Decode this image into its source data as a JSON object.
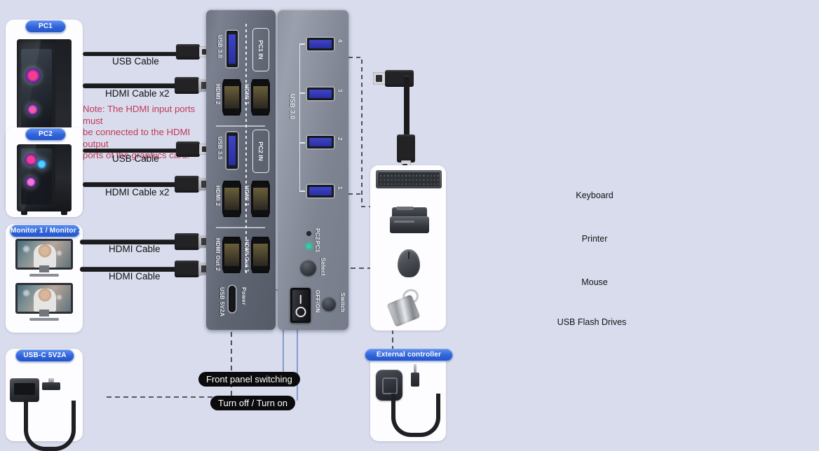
{
  "background_color": "#d9dcec",
  "accent_color": "#2f63d8",
  "note_color": "#c0395a",
  "sources": {
    "pc1": {
      "badge": "PC1",
      "cables": [
        {
          "label": "USB Cable",
          "type": "usb"
        },
        {
          "label": "HDMI Cable x2",
          "type": "hdmi"
        }
      ]
    },
    "pc2": {
      "badge": "PC2",
      "cables": [
        {
          "label": "USB Cable",
          "type": "usb"
        },
        {
          "label": "HDMI Cable x2",
          "type": "hdmi"
        }
      ]
    },
    "monitors": {
      "badge": "Monitor 1 / Monitor 2",
      "cables": [
        {
          "label": "HDMI Cable",
          "type": "hdmi"
        },
        {
          "label": "HDMI Cable",
          "type": "hdmi"
        }
      ]
    },
    "power": {
      "badge": "USB-C 5V2A"
    },
    "external_controller": {
      "badge": "External controller"
    }
  },
  "note": {
    "line1": "Note: The HDMI input ports must",
    "line2": "be connected to the HDMI output",
    "line3": "ports of the graphics card."
  },
  "device": {
    "left_panel": {
      "pc1_group": {
        "input_box": "PC1 IN",
        "usb_label": "USB 3.0",
        "hdmi2_label": "HDMI 2",
        "hdmi1_label": "HDMI 1"
      },
      "pc2_group": {
        "input_box": "PC2 IN",
        "usb_label": "USB 3.0",
        "hdmi2_label": "HDMI 2",
        "hdmi1_label": "HDMI 1"
      },
      "output_group": {
        "hdmi_out2_label": "HDMI Out 2",
        "hdmi_out1_label": "HDMI Out 1",
        "power_label": "Power",
        "usb_power_label": "USB 5V2A"
      }
    },
    "right_panel": {
      "usb_group_label": "USB 3.0",
      "usb_ports": [
        "4",
        "3",
        "2",
        "1"
      ],
      "leds": [
        {
          "label": "PC2",
          "color": "#2b2d33"
        },
        {
          "label": "PC1",
          "color": "#21d6a8"
        }
      ],
      "buttons": [
        {
          "label": "Select",
          "type": "round"
        },
        {
          "label": "Switch",
          "type": "round"
        }
      ],
      "power_switch": {
        "label": "OFF/ON",
        "on_mark": "I",
        "off_mark": "O"
      }
    }
  },
  "peripherals": {
    "panel_items": [
      {
        "label": "Keyboard",
        "icon": "keyboard-icon"
      },
      {
        "label": "Printer",
        "icon": "printer-icon"
      },
      {
        "label": "Mouse",
        "icon": "mouse-icon"
      },
      {
        "label": "USB Flash Drives",
        "icon": "usb-flash-drive-icon"
      }
    ]
  },
  "callouts": [
    {
      "label": "Front panel switching"
    },
    {
      "label": "Turn off / Turn on"
    }
  ]
}
